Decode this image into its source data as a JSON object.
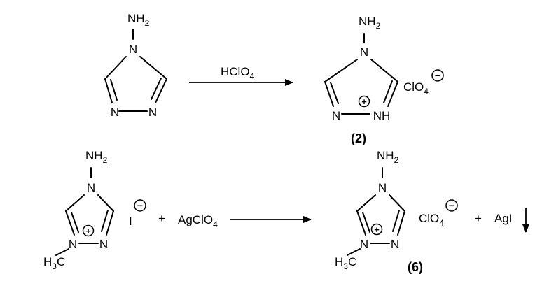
{
  "reaction1": {
    "reactant": {
      "amino_group": "NH2",
      "n1": "N",
      "n2": "N",
      "n4": "N"
    },
    "reagent": "HClO4",
    "product": {
      "amino_group": "NH2",
      "n4": "N",
      "n1": "N",
      "nh": "NH",
      "charge": "+",
      "counter_ion": "ClO4",
      "counter_charge": "−",
      "label": "(2)"
    }
  },
  "reaction2": {
    "reactant": {
      "amino_group": "NH2",
      "n4": "N",
      "n1": "N",
      "n2": "N",
      "methyl": "H3C",
      "charge": "+",
      "counter_ion": "I",
      "counter_charge": "−"
    },
    "plus": "+",
    "reagent": "AgClO4",
    "product": {
      "amino_group": "NH2",
      "n4": "N",
      "n1": "N",
      "n2": "N",
      "methyl": "H3C",
      "charge": "+",
      "counter_ion": "ClO4",
      "counter_charge": "−",
      "plus": "+",
      "byproduct": "AgI",
      "label": "(6)"
    }
  }
}
